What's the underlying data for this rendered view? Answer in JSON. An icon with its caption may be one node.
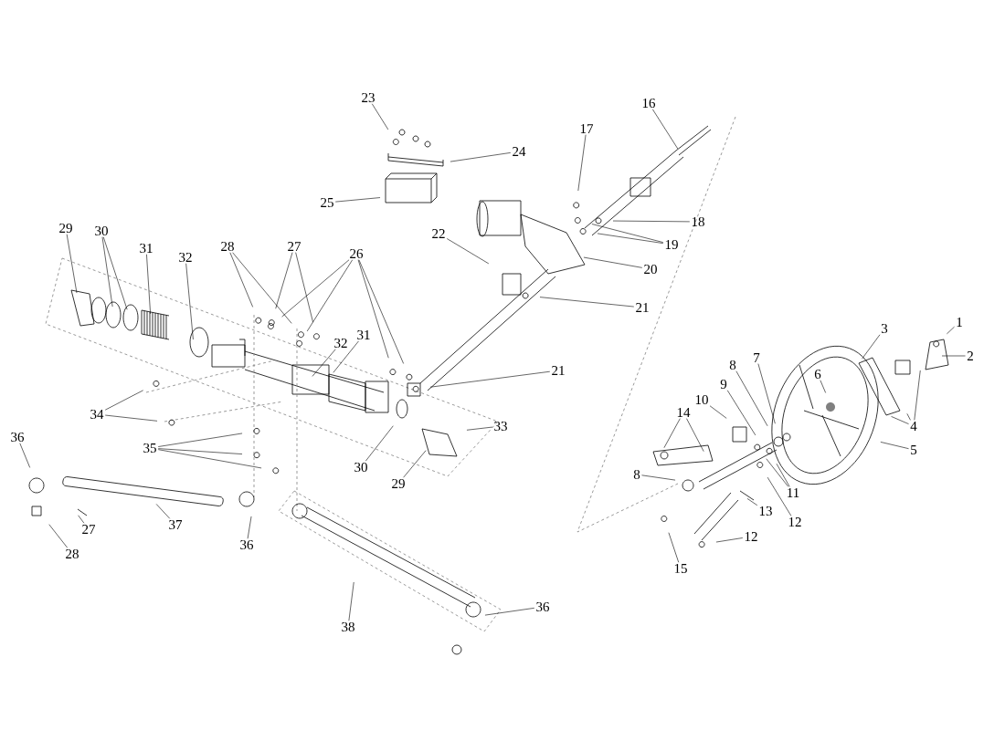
{
  "diagram": {
    "nodes": [
      {
        "text": [
          "23"
        ]
      },
      {
        "text": [
          "16"
        ]
      },
      {
        "text": [
          "17"
        ]
      },
      {
        "text": [
          "24"
        ]
      },
      {
        "text": [
          "25"
        ]
      },
      {
        "text": [
          "18"
        ]
      },
      {
        "text": [
          "29"
        ]
      },
      {
        "text": [
          "30"
        ]
      },
      {
        "text": [
          "22"
        ]
      },
      {
        "text": [
          "19"
        ]
      },
      {
        "text": [
          "28"
        ]
      },
      {
        "text": [
          "27"
        ]
      },
      {
        "text": [
          "31"
        ]
      },
      {
        "text": [
          "26"
        ]
      },
      {
        "text": [
          "32"
        ]
      },
      {
        "text": [
          "20"
        ]
      },
      {
        "text": [
          "21"
        ]
      },
      {
        "text": [
          "1"
        ]
      },
      {
        "text": [
          "3"
        ]
      },
      {
        "text": [
          "31"
        ]
      },
      {
        "text": [
          "32"
        ]
      },
      {
        "text": [
          "2"
        ]
      },
      {
        "text": [
          "7"
        ]
      },
      {
        "text": [
          "8"
        ]
      },
      {
        "text": [
          "21"
        ]
      },
      {
        "text": [
          "6"
        ]
      },
      {
        "text": [
          "9"
        ]
      },
      {
        "text": [
          "10"
        ]
      },
      {
        "text": [
          "14"
        ]
      },
      {
        "text": [
          "34"
        ]
      },
      {
        "text": [
          "4"
        ]
      },
      {
        "text": [
          "33"
        ]
      },
      {
        "text": [
          "36"
        ]
      },
      {
        "text": [
          "35"
        ]
      },
      {
        "text": [
          "5"
        ]
      },
      {
        "text": [
          "30"
        ]
      },
      {
        "text": [
          "8"
        ]
      },
      {
        "text": [
          "29"
        ]
      },
      {
        "text": [
          "11"
        ]
      },
      {
        "text": [
          "13"
        ]
      },
      {
        "text": [
          "12"
        ]
      },
      {
        "text": [
          "37"
        ]
      },
      {
        "text": [
          "27"
        ]
      },
      {
        "text": [
          "12"
        ]
      },
      {
        "text": [
          "36"
        ]
      },
      {
        "text": [
          "28"
        ]
      },
      {
        "text": [
          "15"
        ]
      },
      {
        "text": [
          "36"
        ]
      },
      {
        "text": [
          "38"
        ]
      }
    ],
    "edges": [
      {
        "from": 0,
        "to": null,
        "arrow": "none"
      },
      {
        "from": 1,
        "to": null,
        "arrow": "none"
      },
      {
        "from": 2,
        "to": null,
        "arrow": "none"
      },
      {
        "from": 3,
        "to": null,
        "arrow": "none"
      },
      {
        "from": 4,
        "to": null,
        "arrow": "none"
      },
      {
        "from": 5,
        "to": null,
        "arrow": "none"
      },
      {
        "from": 6,
        "to": null,
        "arrow": "none"
      },
      {
        "from": 7,
        "to": null,
        "arrow": "none"
      },
      {
        "from": 7,
        "to": null,
        "arrow": "none"
      },
      {
        "from": 8,
        "to": null,
        "arrow": "none"
      },
      {
        "from": 9,
        "to": null,
        "arrow": "none"
      },
      {
        "from": 9,
        "to": null,
        "arrow": "none"
      },
      {
        "from": 10,
        "to": null,
        "arrow": "none"
      },
      {
        "from": 10,
        "to": null,
        "arrow": "none"
      },
      {
        "from": 11,
        "to": null,
        "arrow": "none"
      },
      {
        "from": 11,
        "to": null,
        "arrow": "none"
      },
      {
        "from": 12,
        "to": null,
        "arrow": "none"
      },
      {
        "from": 13,
        "to": null,
        "arrow": "none"
      },
      {
        "from": 13,
        "to": null,
        "arrow": "none"
      },
      {
        "from": 13,
        "to": null,
        "arrow": "none"
      },
      {
        "from": 13,
        "to": null,
        "arrow": "none"
      },
      {
        "from": 14,
        "to": null,
        "arrow": "none"
      },
      {
        "from": 15,
        "to": null,
        "arrow": "none"
      },
      {
        "from": 16,
        "to": null,
        "arrow": "none"
      },
      {
        "from": 17,
        "to": null,
        "arrow": "none"
      },
      {
        "from": 18,
        "to": null,
        "arrow": "none"
      },
      {
        "from": 19,
        "to": null,
        "arrow": "none"
      },
      {
        "from": 20,
        "to": null,
        "arrow": "none"
      },
      {
        "from": 21,
        "to": null,
        "arrow": "none"
      },
      {
        "from": 22,
        "to": null,
        "arrow": "none"
      },
      {
        "from": 23,
        "to": null,
        "arrow": "none"
      },
      {
        "from": 24,
        "to": null,
        "arrow": "none"
      },
      {
        "from": 25,
        "to": null,
        "arrow": "none"
      },
      {
        "from": 26,
        "to": null,
        "arrow": "none"
      },
      {
        "from": 27,
        "to": null,
        "arrow": "none"
      },
      {
        "from": 28,
        "to": null,
        "arrow": "none"
      },
      {
        "from": 28,
        "to": null,
        "arrow": "none"
      },
      {
        "from": 29,
        "to": null,
        "arrow": "none"
      },
      {
        "from": 29,
        "to": null,
        "arrow": "none"
      },
      {
        "from": 30,
        "to": null,
        "arrow": "none"
      },
      {
        "from": 30,
        "to": null,
        "arrow": "none"
      },
      {
        "from": 30,
        "to": null,
        "arrow": "none"
      },
      {
        "from": 31,
        "to": null,
        "arrow": "none"
      },
      {
        "from": 32,
        "to": null,
        "arrow": "none"
      },
      {
        "from": 33,
        "to": null,
        "arrow": "none"
      },
      {
        "from": 33,
        "to": null,
        "arrow": "none"
      },
      {
        "from": 33,
        "to": null,
        "arrow": "none"
      },
      {
        "from": 34,
        "to": null,
        "arrow": "none"
      },
      {
        "from": 35,
        "to": null,
        "arrow": "none"
      },
      {
        "from": 36,
        "to": null,
        "arrow": "none"
      },
      {
        "from": 37,
        "to": null,
        "arrow": "none"
      },
      {
        "from": 38,
        "to": null,
        "arrow": "none"
      },
      {
        "from": 38,
        "to": null,
        "arrow": "none"
      },
      {
        "from": 39,
        "to": null,
        "arrow": "none"
      },
      {
        "from": 40,
        "to": null,
        "arrow": "none"
      },
      {
        "from": 41,
        "to": null,
        "arrow": "none"
      },
      {
        "from": 42,
        "to": null,
        "arrow": "none"
      },
      {
        "from": 43,
        "to": null,
        "arrow": "none"
      },
      {
        "from": 44,
        "to": null,
        "arrow": "none"
      },
      {
        "from": 45,
        "to": null,
        "arrow": "none"
      },
      {
        "from": 46,
        "to": null,
        "arrow": "none"
      },
      {
        "from": 47,
        "to": null,
        "arrow": "none"
      },
      {
        "from": 48,
        "to": null,
        "arrow": "none"
      }
    ]
  }
}
